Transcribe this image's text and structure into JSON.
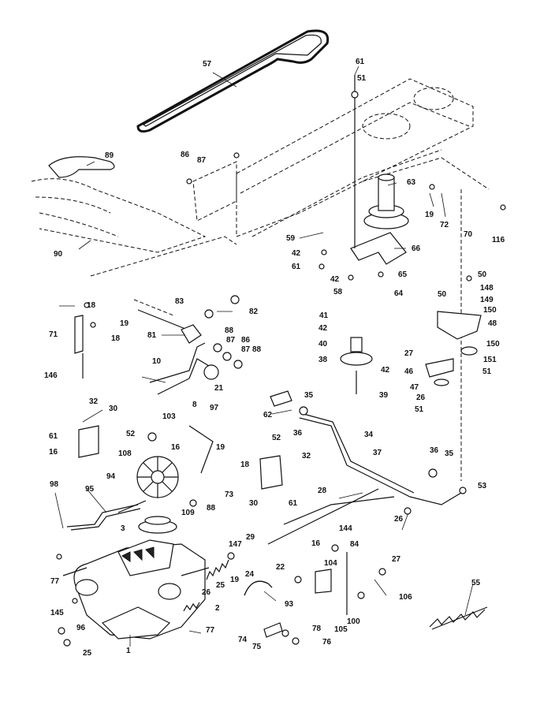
{
  "diagram": {
    "callouts": [
      {
        "id": "c57",
        "label": "57"
      },
      {
        "id": "c61a",
        "label": "61"
      },
      {
        "id": "c51a",
        "label": "51"
      },
      {
        "id": "c89",
        "label": "89"
      },
      {
        "id": "c86a",
        "label": "86"
      },
      {
        "id": "c87a",
        "label": "87"
      },
      {
        "id": "c63",
        "label": "63"
      },
      {
        "id": "c19a",
        "label": "19"
      },
      {
        "id": "c72",
        "label": "72"
      },
      {
        "id": "c70",
        "label": "70"
      },
      {
        "id": "c116",
        "label": "116"
      },
      {
        "id": "c90",
        "label": "90"
      },
      {
        "id": "c59",
        "label": "59"
      },
      {
        "id": "c42a",
        "label": "42"
      },
      {
        "id": "c61b",
        "label": "61"
      },
      {
        "id": "c66",
        "label": "66"
      },
      {
        "id": "c42b",
        "label": "42"
      },
      {
        "id": "c65",
        "label": "65"
      },
      {
        "id": "c58",
        "label": "58"
      },
      {
        "id": "c64",
        "label": "64"
      },
      {
        "id": "c50a",
        "label": "50"
      },
      {
        "id": "c50b",
        "label": "50"
      },
      {
        "id": "c148",
        "label": "148"
      },
      {
        "id": "c149",
        "label": "149"
      },
      {
        "id": "c150a",
        "label": "150"
      },
      {
        "id": "c48",
        "label": "48"
      },
      {
        "id": "c18a",
        "label": "18"
      },
      {
        "id": "c83",
        "label": "83"
      },
      {
        "id": "c82",
        "label": "82"
      },
      {
        "id": "c41",
        "label": "41"
      },
      {
        "id": "c42c",
        "label": "42"
      },
      {
        "id": "c71",
        "label": "71"
      },
      {
        "id": "c19b",
        "label": "19"
      },
      {
        "id": "c18b",
        "label": "18"
      },
      {
        "id": "c81",
        "label": "81"
      },
      {
        "id": "c88a",
        "label": "88"
      },
      {
        "id": "c87b",
        "label": "87"
      },
      {
        "id": "c86b",
        "label": "86"
      },
      {
        "id": "c87c",
        "label": "87"
      },
      {
        "id": "c88b",
        "label": "88"
      },
      {
        "id": "c40",
        "label": "40"
      },
      {
        "id": "c27a",
        "label": "27"
      },
      {
        "id": "c150b",
        "label": "150"
      },
      {
        "id": "c38",
        "label": "38"
      },
      {
        "id": "c42d",
        "label": "42"
      },
      {
        "id": "c151",
        "label": "151"
      },
      {
        "id": "c46",
        "label": "46"
      },
      {
        "id": "c51b",
        "label": "51"
      },
      {
        "id": "c146",
        "label": "146"
      },
      {
        "id": "c10",
        "label": "10"
      },
      {
        "id": "c21",
        "label": "21"
      },
      {
        "id": "c47",
        "label": "47"
      },
      {
        "id": "c26a",
        "label": "26"
      },
      {
        "id": "c39",
        "label": "39"
      },
      {
        "id": "c51c",
        "label": "51"
      },
      {
        "id": "c8",
        "label": "8"
      },
      {
        "id": "c35a",
        "label": "35"
      },
      {
        "id": "c62",
        "label": "62"
      },
      {
        "id": "c36a",
        "label": "36"
      },
      {
        "id": "c32a",
        "label": "32"
      },
      {
        "id": "c30a",
        "label": "30"
      },
      {
        "id": "c103",
        "label": "103"
      },
      {
        "id": "c97",
        "label": "97"
      },
      {
        "id": "c61c",
        "label": "61"
      },
      {
        "id": "c52a",
        "label": "52"
      },
      {
        "id": "c16a",
        "label": "16"
      },
      {
        "id": "c34",
        "label": "34"
      },
      {
        "id": "c108",
        "label": "108"
      },
      {
        "id": "c16b",
        "label": "16"
      },
      {
        "id": "c19c",
        "label": "19"
      },
      {
        "id": "c52b",
        "label": "52"
      },
      {
        "id": "c37",
        "label": "37"
      },
      {
        "id": "c32b",
        "label": "32"
      },
      {
        "id": "c18c",
        "label": "18"
      },
      {
        "id": "c94",
        "label": "94"
      },
      {
        "id": "c36b",
        "label": "36"
      },
      {
        "id": "c35b",
        "label": "35"
      },
      {
        "id": "c73",
        "label": "73"
      },
      {
        "id": "c98",
        "label": "98"
      },
      {
        "id": "c95",
        "label": "95"
      },
      {
        "id": "c30b",
        "label": "30"
      },
      {
        "id": "c61d",
        "label": "61"
      },
      {
        "id": "c53",
        "label": "53"
      },
      {
        "id": "c28",
        "label": "28"
      },
      {
        "id": "c88c",
        "label": "88"
      },
      {
        "id": "c109",
        "label": "109"
      },
      {
        "id": "c3",
        "label": "3"
      },
      {
        "id": "c26b",
        "label": "26"
      },
      {
        "id": "c144",
        "label": "144"
      },
      {
        "id": "c29",
        "label": "29"
      },
      {
        "id": "c16c",
        "label": "16"
      },
      {
        "id": "c84",
        "label": "84"
      },
      {
        "id": "c147",
        "label": "147"
      },
      {
        "id": "c27b",
        "label": "27"
      },
      {
        "id": "c22",
        "label": "22"
      },
      {
        "id": "c104",
        "label": "104"
      },
      {
        "id": "c55",
        "label": "55"
      },
      {
        "id": "c77a",
        "label": "77"
      },
      {
        "id": "c26c",
        "label": "26"
      },
      {
        "id": "c25a",
        "label": "25"
      },
      {
        "id": "c19d",
        "label": "19"
      },
      {
        "id": "c24",
        "label": "24"
      },
      {
        "id": "c106",
        "label": "106"
      },
      {
        "id": "c145",
        "label": "145"
      },
      {
        "id": "c2",
        "label": "2"
      },
      {
        "id": "c93",
        "label": "93"
      },
      {
        "id": "c105",
        "label": "105"
      },
      {
        "id": "c100",
        "label": "100"
      },
      {
        "id": "c96",
        "label": "96"
      },
      {
        "id": "c77b",
        "label": "77"
      },
      {
        "id": "c78",
        "label": "78"
      },
      {
        "id": "c74",
        "label": "74"
      },
      {
        "id": "c75",
        "label": "75"
      },
      {
        "id": "c76",
        "label": "76"
      },
      {
        "id": "c25b",
        "label": "25"
      },
      {
        "id": "c1",
        "label": "1"
      }
    ]
  }
}
